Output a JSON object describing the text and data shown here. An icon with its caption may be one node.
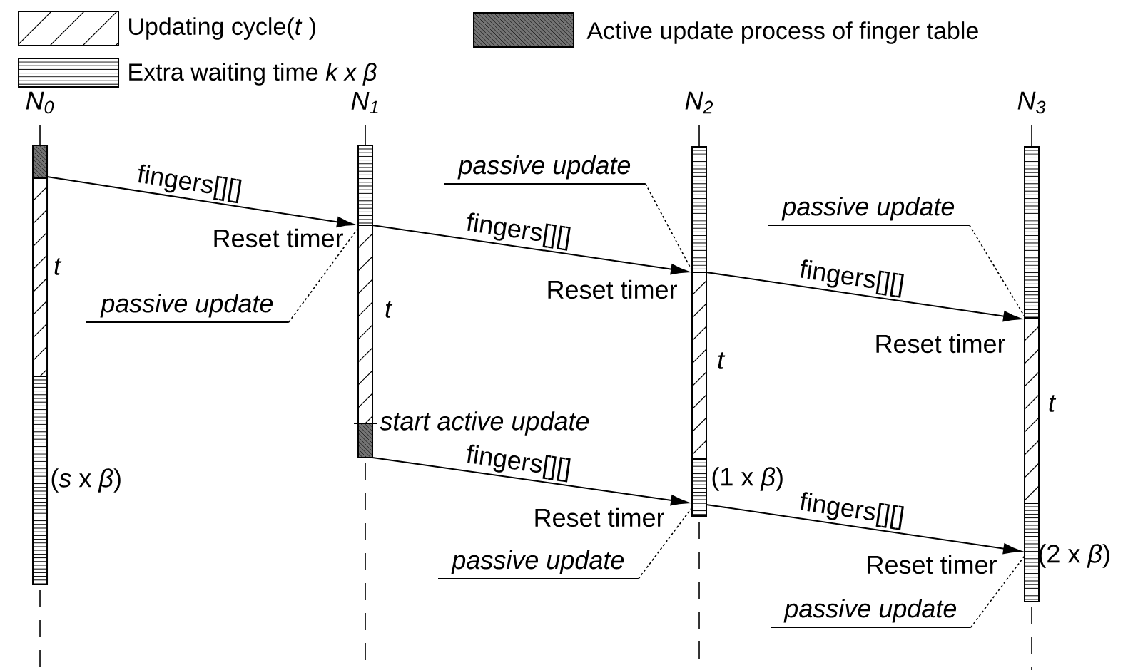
{
  "diagram": {
    "nodes": [
      {
        "text": [
          "N$_{0}$"
        ]
      },
      {
        "text": [
          "N$_{1}$"
        ]
      },
      {
        "text": [
          "N$_{2}$"
        ]
      },
      {
        "text": [
          "N$_{3}$"
        ]
      },
      {
        "text": [
          "passive update"
        ]
      },
      {
        "text": [
          "passive update"
        ]
      },
      {
        "text": [
          "passive update"
        ]
      },
      {
        "text": [
          "passive update"
        ]
      },
      {
        "text": [
          "passive update"
        ]
      }
    ],
    "edges": [
      {
        "from": 0,
        "to": 1,
        "arrow": "to",
        "label": "fingers[][]"
      },
      {
        "from": 1,
        "to": 2,
        "arrow": "to",
        "label": "fingers[][]"
      },
      {
        "from": 2,
        "to": 3,
        "arrow": "to",
        "label": "fingers[][]"
      },
      {
        "from": 1,
        "to": 2,
        "arrow": "to",
        "label": "fingers[][]"
      },
      {
        "from": 2,
        "to": 3,
        "arrow": "to",
        "label": "fingers[][]"
      },
      {
        "from": 4,
        "to": 1,
        "arrow": "none",
        "style": "dashed"
      },
      {
        "from": 5,
        "to": 2,
        "arrow": "none",
        "style": "dashed"
      },
      {
        "from": 6,
        "to": 3,
        "arrow": "none",
        "style": "dashed"
      },
      {
        "from": 7,
        "to": 2,
        "arrow": "none",
        "style": "dashed"
      },
      {
        "from": 8,
        "to": 3,
        "arrow": "none",
        "style": "dashed"
      }
    ],
    "labels": [
      "Reset timer",
      "t",
      "Reset timer",
      "t",
      "Reset timer",
      "t",
      "t",
      "start active update",
      "(*s* x *β*)",
      "(1 x *β*)",
      "Reset timer",
      "(2 x *β*)",
      "Reset timer"
    ],
    "legend": [
      {
        "text": "Updating cycle(*t* )"
      },
      {
        "text": "Active update process of finger table"
      },
      {
        "text": "Extra waiting time *k x β*"
      }
    ]
  }
}
